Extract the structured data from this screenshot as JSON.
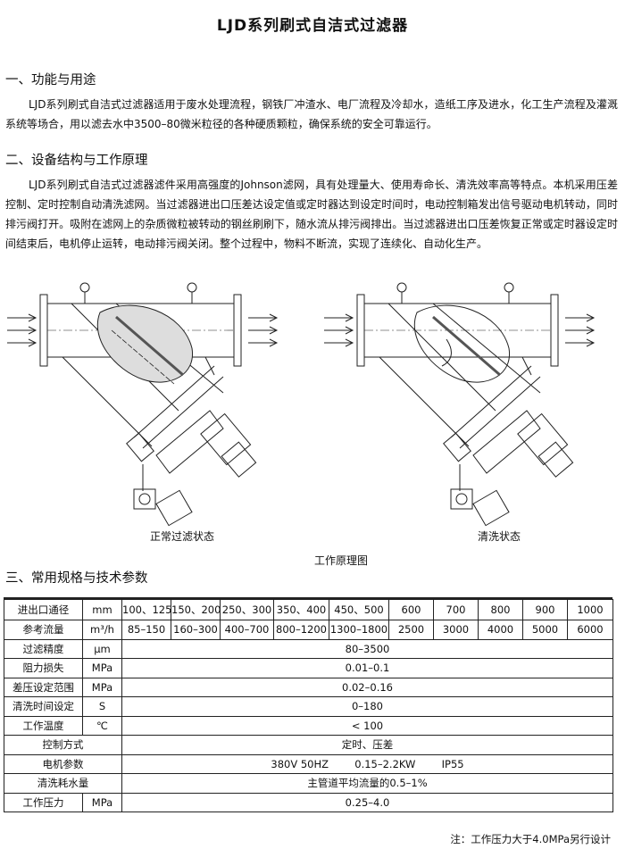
{
  "title": "LJD系列刷式自洁式过滤器",
  "sections": {
    "s1": {
      "heading": "一、功能与用途",
      "text": "LJD系列刷式自洁式过滤器适用于废水处理流程，钢铁厂冲渣水、电厂流程及冷却水，造纸工序及进水，化工生产流程及灌溉系统等场合，用以滤去水中3500–80微米粒径的各种硬质颗粒，确保系统的安全可靠运行。"
    },
    "s2": {
      "heading": "二、设备结构与工作原理",
      "text": "LJD系列刷式自洁式过滤器滤件采用高强度的Johnson滤网，具有处理量大、使用寿命长、清洗效率高等特点。本机采用压差控制、定时控制自动清洗滤网。当过滤器进出口压差达设定值或定时器达到设定时间时，电动控制箱发出信号驱动电机转动，同时排污阀打开。吸附在滤网上的杂质微粒被转动的钢丝刷刷下，随水流从排污阀排出。当过滤器进出口压差恢复正常或定时器设定时间结束后，电机停止运转，电动排污阀关闭。整个过程中，物料不断流，实现了连续化、自动化生产。"
    },
    "s3": {
      "heading": "三、常用规格与技术参数"
    }
  },
  "diagram": {
    "left_caption": "正常过滤状态",
    "right_caption": "清洗状态",
    "figure_caption": "工作原理图"
  },
  "table": {
    "row_inlet": {
      "label": "进出口通径",
      "unit": "mm",
      "values": [
        "100、125",
        "150、200",
        "250、300",
        "350、400",
        "450、500",
        "600",
        "700",
        "800",
        "900",
        "1000"
      ]
    },
    "row_flow": {
      "label": "参考流量",
      "unit": "m³/h",
      "values": [
        "85–150",
        "160–300",
        "400–700",
        "800–1200",
        "1300–1800",
        "2500",
        "3000",
        "4000",
        "5000",
        "6000"
      ]
    },
    "rows": [
      {
        "label": "过滤精度",
        "unit": "μm",
        "value": "80–3500"
      },
      {
        "label": "阻力损失",
        "unit": "MPa",
        "value": "0.01–0.1"
      },
      {
        "label": "差压设定范围",
        "unit": "MPa",
        "value": "0.02–0.16"
      },
      {
        "label": "清洗时间设定",
        "unit": "S",
        "value": "0–180"
      },
      {
        "label": "工作温度",
        "unit": "℃",
        "value": "< 100"
      },
      {
        "label": "控制方式",
        "unit": "",
        "value": "定时、压差"
      },
      {
        "label": "电机参数",
        "unit": "",
        "value": "380V 50HZ        0.15–2.2KW        IP55"
      },
      {
        "label": "清洗耗水量",
        "unit": "",
        "value": "主管道平均流量的0.5–1%"
      },
      {
        "label": "工作压力",
        "unit": "MPa",
        "value": "0.25–4.0"
      }
    ]
  },
  "note": "注：工作压力大于4.0MPa另行设计"
}
